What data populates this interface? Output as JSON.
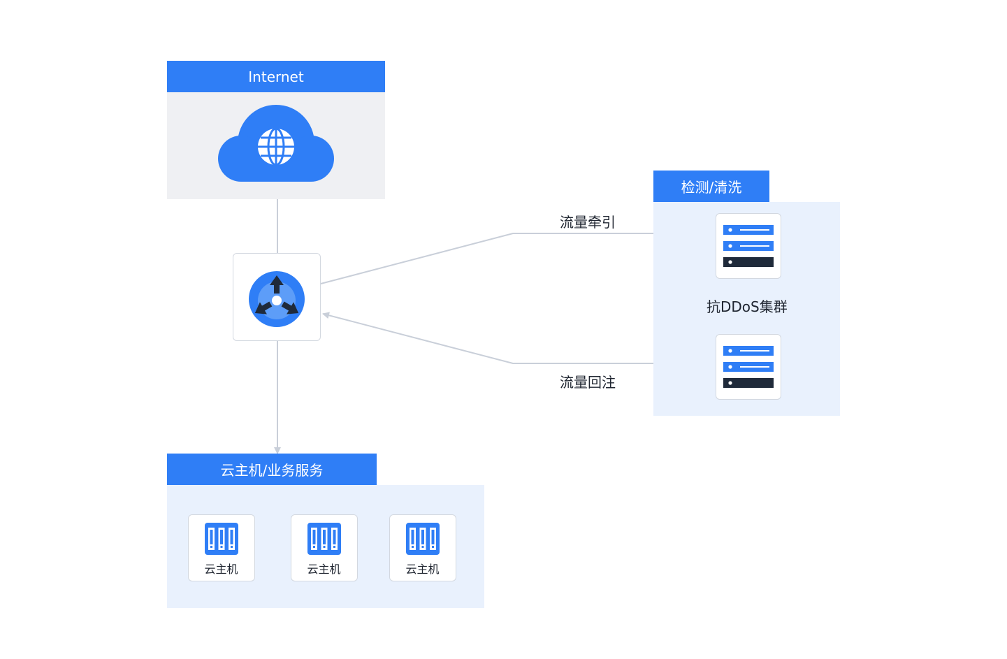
{
  "internet": {
    "title": "Internet"
  },
  "detection": {
    "title": "检测/清洗",
    "cluster_label": "抗DDoS集群"
  },
  "links": {
    "diversion": "流量牵引",
    "reinjection": "流量回注"
  },
  "hosts": {
    "title": "云主机/业务服务",
    "items": [
      {
        "label": "云主机"
      },
      {
        "label": "云主机"
      },
      {
        "label": "云主机"
      }
    ]
  },
  "colors": {
    "primary": "#2f7ef6",
    "dark": "#1f2a3a",
    "connector": "#c9cfd9",
    "panel_grey": "#eff0f3",
    "panel_blue": "#e9f1fd"
  },
  "icons": {
    "internet": "cloud-globe-icon",
    "router": "router-icon",
    "server": "server-rack-icon",
    "host": "host-icon"
  }
}
